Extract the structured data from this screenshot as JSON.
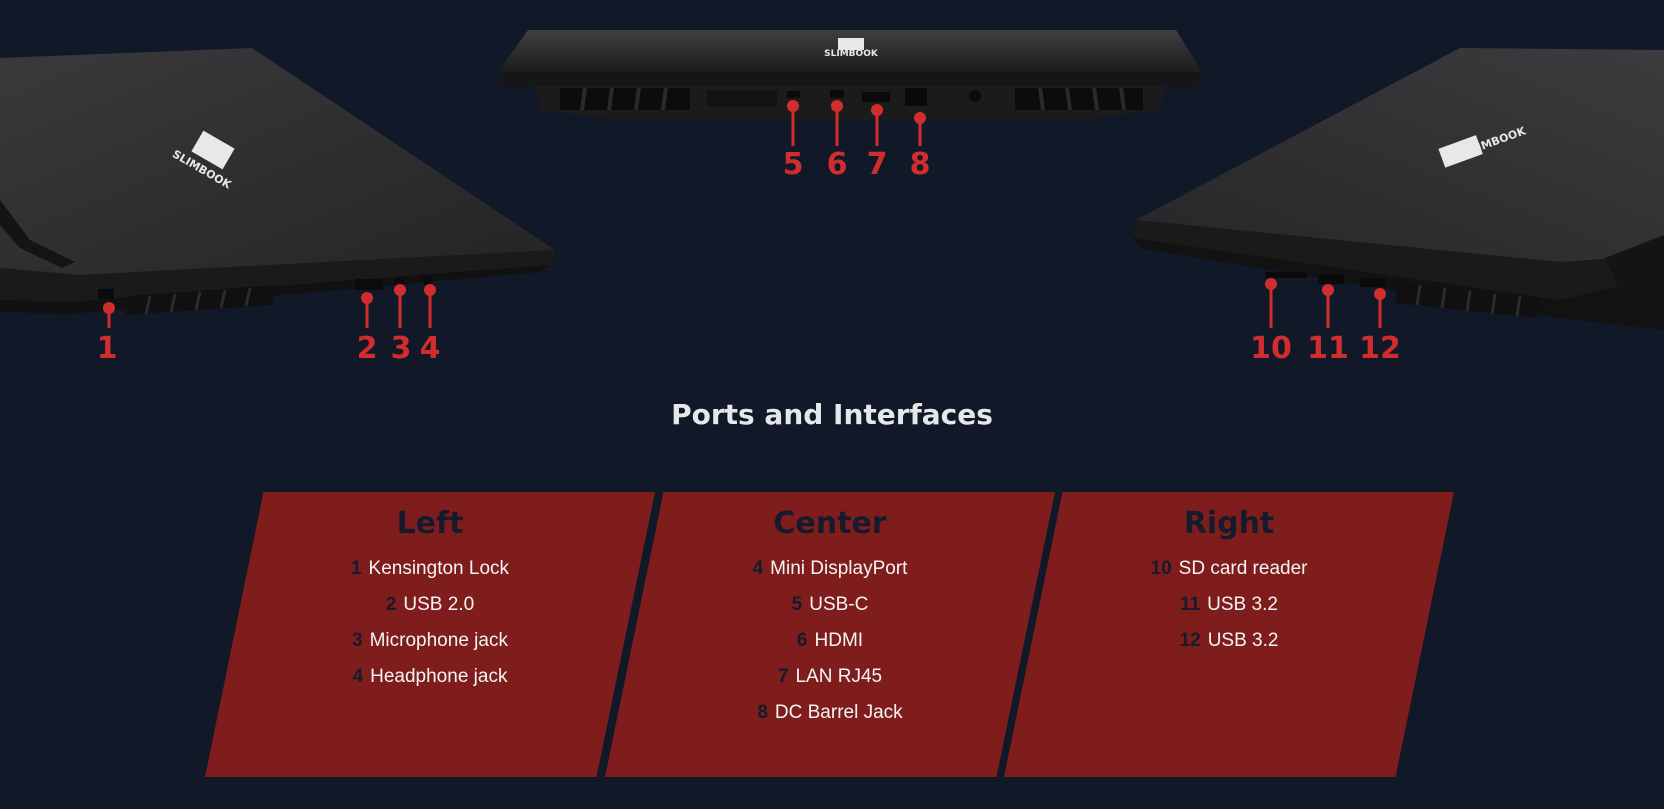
{
  "laptop_logo_text": "SLIMBOOK",
  "callouts": {
    "left": [
      "1",
      "2",
      "3",
      "4"
    ],
    "back": [
      "5",
      "6",
      "7",
      "8"
    ],
    "right": [
      "10",
      "11",
      "12"
    ]
  },
  "section_title": "Ports and Interfaces",
  "panels": [
    {
      "heading": "Left",
      "items": [
        {
          "num": "1",
          "label": "Kensington Lock"
        },
        {
          "num": "2",
          "label": "USB 2.0"
        },
        {
          "num": "3",
          "label": "Microphone jack"
        },
        {
          "num": "4",
          "label": "Headphone jack"
        }
      ]
    },
    {
      "heading": "Center",
      "items": [
        {
          "num": "4",
          "label": "Mini DisplayPort"
        },
        {
          "num": "5",
          "label": "USB-C"
        },
        {
          "num": "6",
          "label": "HDMI"
        },
        {
          "num": "7",
          "label": "LAN RJ45"
        },
        {
          "num": "8",
          "label": "DC Barrel Jack"
        }
      ]
    },
    {
      "heading": "Right",
      "items": [
        {
          "num": "10",
          "label": "SD card reader"
        },
        {
          "num": "11",
          "label": "USB 3.2"
        },
        {
          "num": "12",
          "label": "USB 3.2"
        }
      ]
    }
  ],
  "colors": {
    "background": "#111827",
    "panel": "#7f1d1d",
    "callout": "#d12d2d",
    "laptop": "#2a2a2c"
  }
}
